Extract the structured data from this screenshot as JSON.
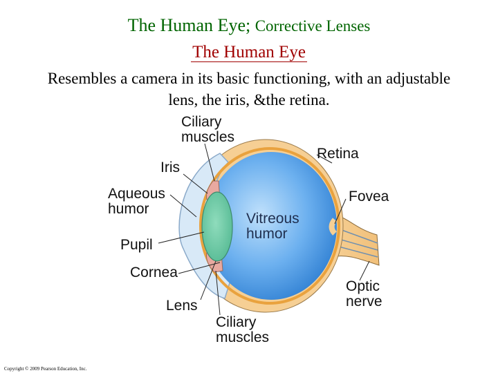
{
  "title": {
    "main": "The Human Eye;",
    "rest": "Corrective Lenses"
  },
  "subtitle": "The Human Eye",
  "description": "Resembles a camera in its basic functioning, with an adjustable lens, the iris, &the retina.",
  "labels": {
    "ciliary_muscles_top": "Ciliary muscles",
    "retina": "Retina",
    "iris": "Iris",
    "aqueous_humor": "Aqueous humor",
    "fovea": "Fovea",
    "vitreous_humor": "Vitreous humor",
    "pupil": "Pupil",
    "cornea": "Cornea",
    "optic_nerve": "Optic nerve",
    "lens": "Lens",
    "ciliary_muscles_bottom": "Ciliary muscles"
  },
  "colors": {
    "sclera": "#f6cf94",
    "vitreous": "#3f8fde",
    "lens": "#69c6a4",
    "retina_line": "#e9a23e",
    "title": "#006400",
    "subtitle": "#a00000"
  },
  "copyright": "Copyright © 2009 Pearson Education, Inc."
}
